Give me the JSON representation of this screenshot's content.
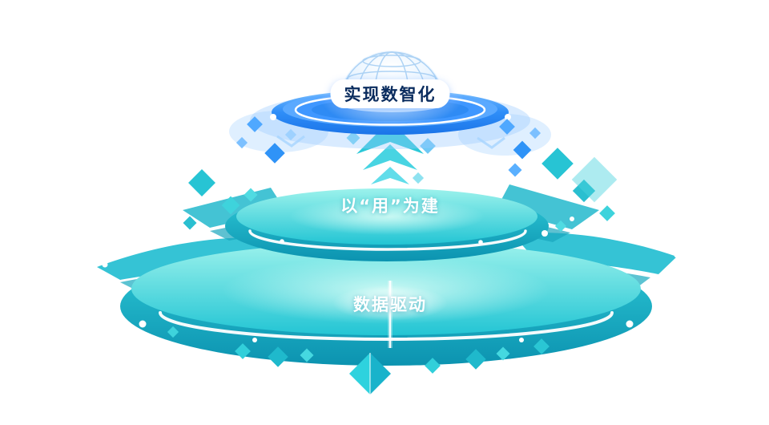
{
  "diagram": {
    "tiers": [
      {
        "id": "top",
        "label": "实现数智化",
        "color": "#2F8EF8"
      },
      {
        "id": "middle",
        "label": "以“用”为建",
        "color": "#23C5D4"
      },
      {
        "id": "bottom",
        "label": "数据驱动",
        "color": "#17B9CC"
      }
    ],
    "colors": {
      "blue_primary": "#2F8EF8",
      "blue_light": "#A9D3FF",
      "teal_primary": "#23C5D4",
      "teal_deep": "#0C93B0",
      "teal_light": "#9CF2EC",
      "label_dark": "#0A2C5E",
      "label_light": "#FFFFFF"
    },
    "icons": [
      {
        "name": "globe-dome-icon"
      },
      {
        "name": "up-arrow-icon"
      },
      {
        "name": "diamond-decoration"
      },
      {
        "name": "dot-decoration"
      }
    ]
  }
}
